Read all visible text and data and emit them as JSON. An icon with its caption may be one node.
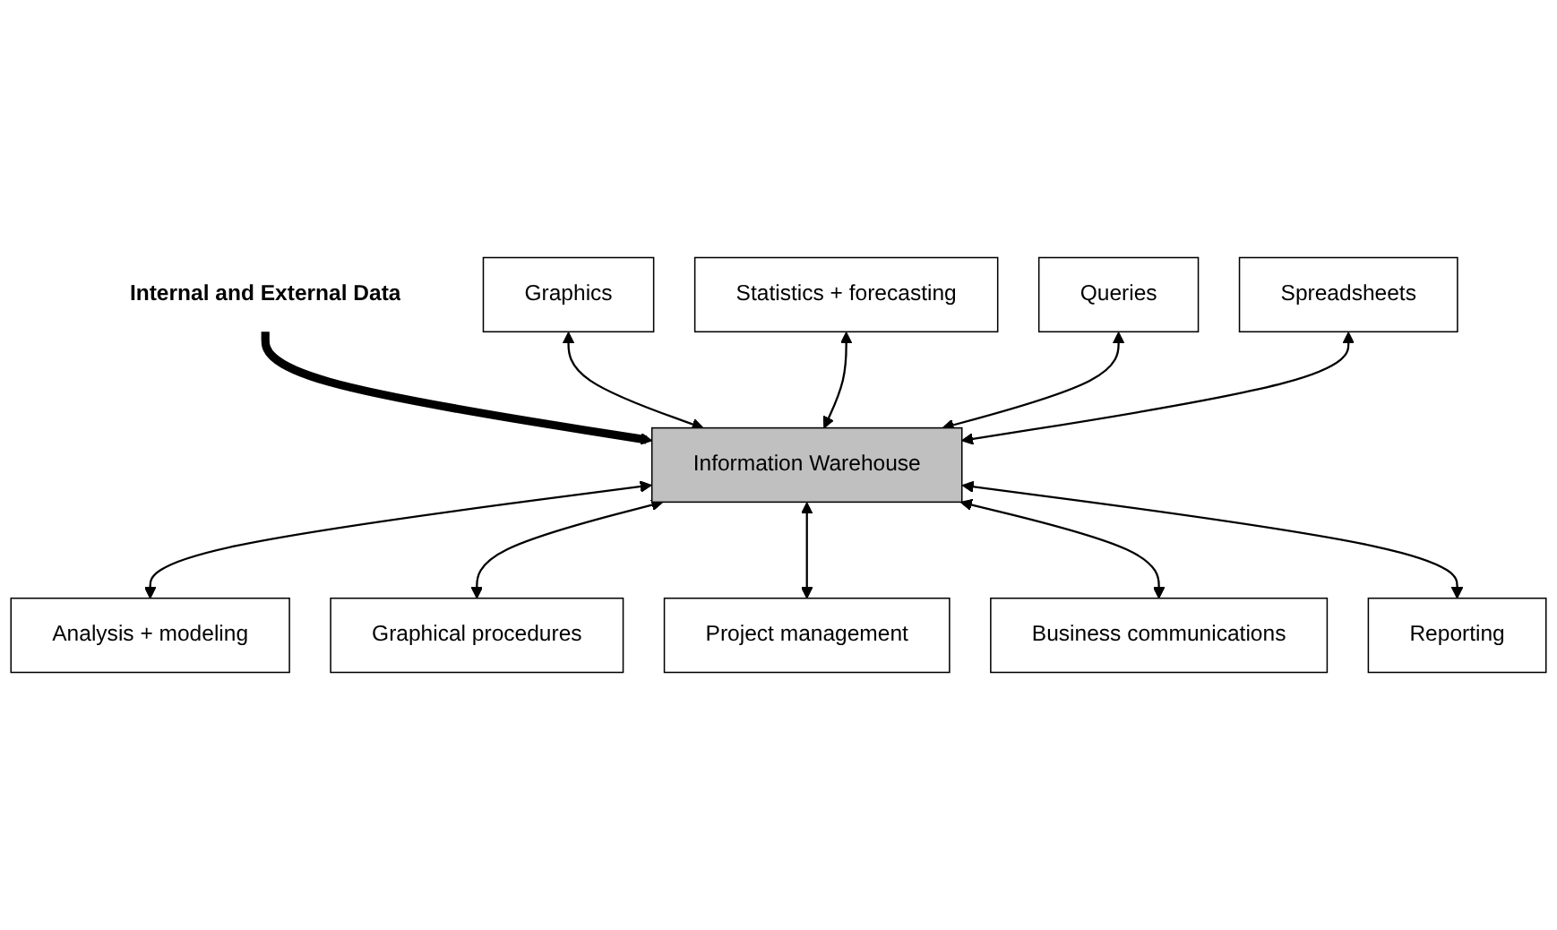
{
  "diagram": {
    "nodes": [
      {
        "text": [
          "Internal and External Data"
        ]
      },
      {
        "text": [
          "Graphics"
        ]
      },
      {
        "text": [
          "Statistics + forecasting"
        ]
      },
      {
        "text": [
          "Queries"
        ]
      },
      {
        "text": [
          "Information Warehouse"
        ]
      },
      {
        "text": [
          "Spreadsheets"
        ]
      },
      {
        "text": [
          "Analysis + modeling"
        ]
      },
      {
        "text": [
          "Graphical procedures"
        ]
      },
      {
        "text": [
          "Project management"
        ]
      },
      {
        "text": [
          "Business communications"
        ]
      },
      {
        "text": [
          "Reporting"
        ]
      }
    ],
    "edges": [
      {
        "from": 0,
        "to": 4,
        "arrow": "to",
        "style": "thick"
      },
      {
        "from": 1,
        "to": 4,
        "arrow": "both"
      },
      {
        "from": 2,
        "to": 4,
        "arrow": "both"
      },
      {
        "from": 3,
        "to": 4,
        "arrow": "both"
      },
      {
        "from": 5,
        "to": 4,
        "arrow": "both"
      },
      {
        "from": 4,
        "to": 6,
        "arrow": "both"
      },
      {
        "from": 4,
        "to": 7,
        "arrow": "both"
      },
      {
        "from": 4,
        "to": 8,
        "arrow": "both"
      },
      {
        "from": 4,
        "to": 9,
        "arrow": "both"
      },
      {
        "from": 4,
        "to": 10,
        "arrow": "both"
      }
    ]
  }
}
